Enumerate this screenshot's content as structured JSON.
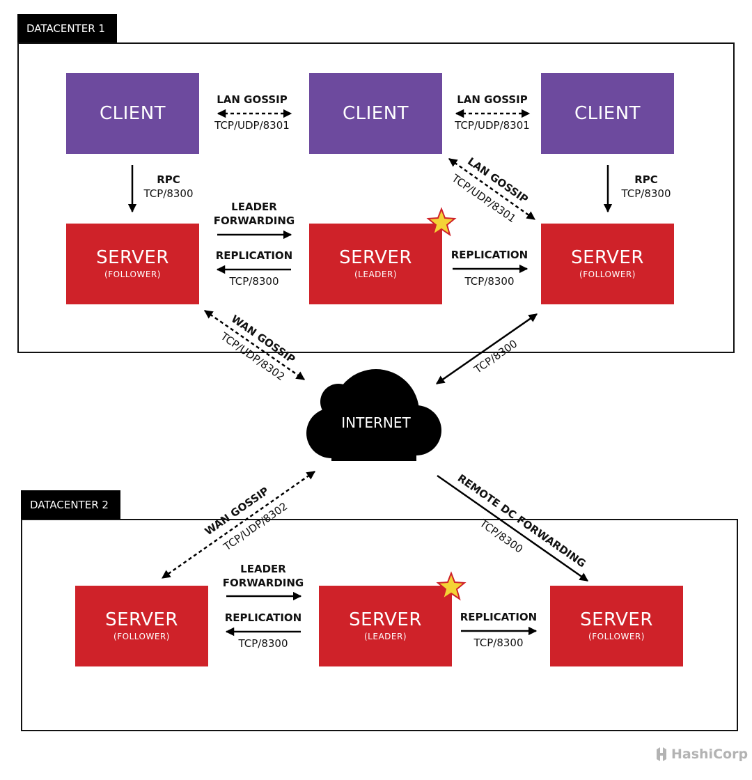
{
  "datacenters": {
    "dc1": {
      "label": "DATACENTER 1"
    },
    "dc2": {
      "label": "DATACENTER 2"
    }
  },
  "nodes": {
    "client_1": {
      "title": "CLIENT"
    },
    "client_2": {
      "title": "CLIENT"
    },
    "client_3": {
      "title": "CLIENT"
    },
    "dc1_server_left": {
      "title": "SERVER",
      "role": "(FOLLOWER)"
    },
    "dc1_server_mid": {
      "title": "SERVER",
      "role": "(LEADER)"
    },
    "dc1_server_right": {
      "title": "SERVER",
      "role": "(FOLLOWER)"
    },
    "dc2_server_left": {
      "title": "SERVER",
      "role": "(FOLLOWER)"
    },
    "dc2_server_mid": {
      "title": "SERVER",
      "role": "(LEADER)"
    },
    "dc2_server_right": {
      "title": "SERVER",
      "role": "(FOLLOWER)"
    }
  },
  "internet": {
    "label": "INTERNET"
  },
  "edges": {
    "lan_gossip_1": {
      "name": "LAN GOSSIP",
      "port": "TCP/UDP/8301"
    },
    "lan_gossip_2": {
      "name": "LAN GOSSIP",
      "port": "TCP/UDP/8301"
    },
    "lan_gossip_diag": {
      "name": "LAN GOSSIP",
      "port": "TCP/UDP/8301"
    },
    "rpc_left": {
      "name": "RPC",
      "port": "TCP/8300"
    },
    "rpc_right": {
      "name": "RPC",
      "port": "TCP/8300"
    },
    "dc1_leader_fwd": {
      "line1": "LEADER",
      "line2": "FORWARDING"
    },
    "dc1_repl_left": {
      "name": "REPLICATION",
      "port": "TCP/8300"
    },
    "dc1_repl_right": {
      "name": "REPLICATION",
      "port": "TCP/8300"
    },
    "wan_gossip_dc1": {
      "name": "WAN GOSSIP",
      "port": "TCP/UDP/8302"
    },
    "dc1_internet_tcp": {
      "port": "TCP/8300"
    },
    "wan_gossip_dc2": {
      "name": "WAN GOSSIP",
      "port": "TCP/UDP/8302"
    },
    "remote_dc_fwd": {
      "name": "REMOTE DC FORWARDING",
      "port": "TCP/8300"
    },
    "dc2_leader_fwd": {
      "line1": "LEADER",
      "line2": "FORWARDING"
    },
    "dc2_repl_left": {
      "name": "REPLICATION",
      "port": "TCP/8300"
    },
    "dc2_repl_right": {
      "name": "REPLICATION",
      "port": "TCP/8300"
    }
  },
  "brand": {
    "name": "HashiCorp"
  },
  "colors": {
    "client": "#6d4a9e",
    "server": "#cf2229",
    "leader_star": "#f4d436",
    "star_outline": "#cf2229"
  }
}
